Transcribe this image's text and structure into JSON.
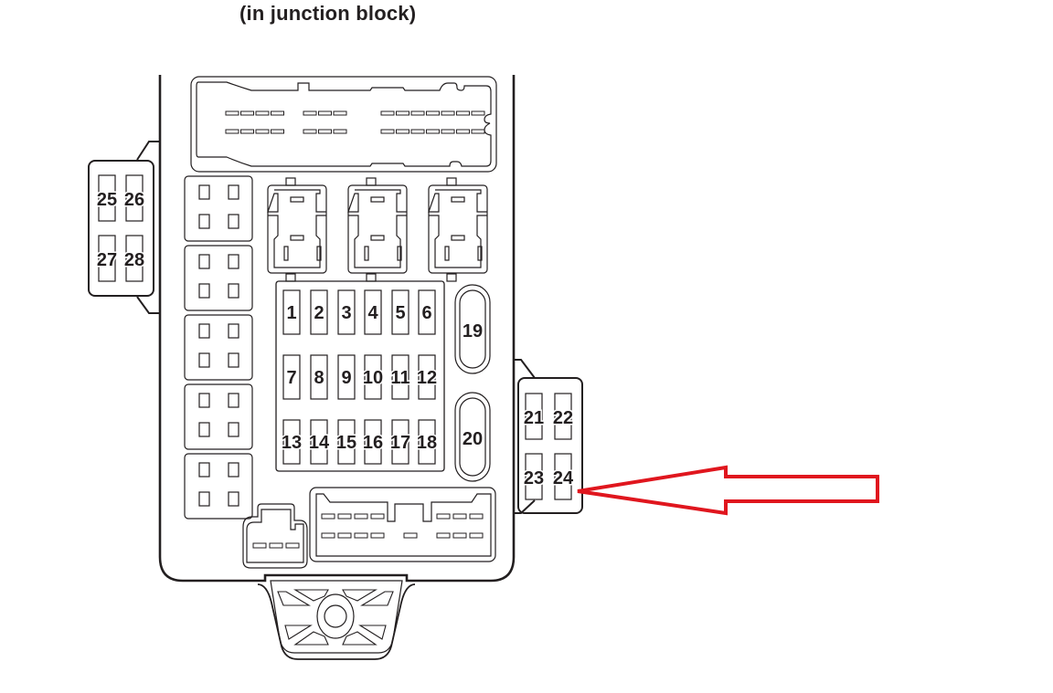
{
  "title": "(in junction block)",
  "colors": {
    "line": "#231f20",
    "arrow": "#e0161e",
    "background": "#ffffff"
  },
  "fuses_main": [
    [
      "1",
      "2",
      "3",
      "4",
      "5",
      "6"
    ],
    [
      "7",
      "8",
      "9",
      "10",
      "11",
      "12"
    ],
    [
      "13",
      "14",
      "15",
      "16",
      "17",
      "18"
    ]
  ],
  "fuses_large": [
    "19",
    "20"
  ],
  "fuses_left_sub": [
    [
      "25",
      "26"
    ],
    [
      "27",
      "28"
    ]
  ],
  "fuses_right_sub": [
    [
      "21",
      "22"
    ],
    [
      "23",
      "24"
    ]
  ],
  "highlight": {
    "target_fuse": "24",
    "indicator": "red-arrow"
  },
  "relays": {
    "count": 3
  },
  "left_sockets": {
    "count": 5
  }
}
